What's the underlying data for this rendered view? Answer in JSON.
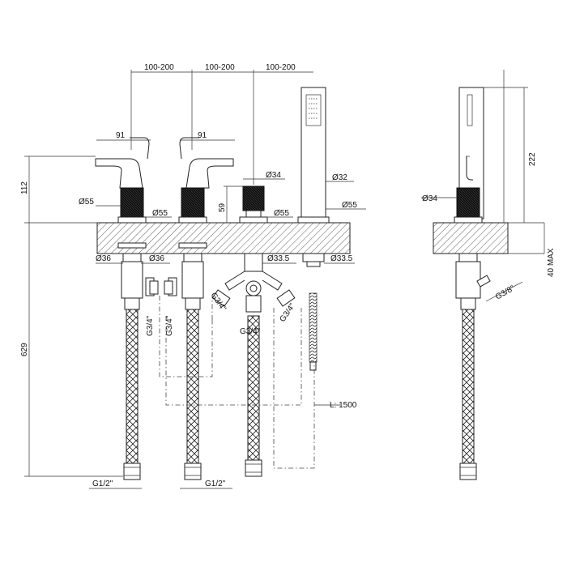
{
  "dimensions": {
    "spacing_1": "100-200",
    "spacing_2": "100-200",
    "spacing_3": "100-200",
    "handle_reach_left": "91",
    "handle_reach_right": "91",
    "height_112": "112",
    "height_629": "629",
    "height_59": "59",
    "height_222": "222",
    "max_40": "40 MAX",
    "dia_34_diverter": "Ø34",
    "dia_32_shower": "Ø32",
    "dia_55_left": "Ø55",
    "dia_55_mid": "Ø55",
    "dia_55_div": "Ø55",
    "dia_55_right": "Ø55",
    "dia_34_side": "Ø34",
    "dia_36_left": "Ø36",
    "dia_36_right": "Ø36",
    "dia_33_5_div": "Ø33.5",
    "dia_33_5_shower": "Ø33.5",
    "thread_left_1": "G3/4\"",
    "thread_left_2": "G3/4\"",
    "thread_div_left": "G3/4\"",
    "thread_div_mid": "G3/4\"",
    "thread_div_right": "G3/4\"",
    "thread_side": "G3/8\"",
    "inlet_left": "G1/2\"",
    "inlet_right": "G1/2\"",
    "hose_length": "L: 1500"
  },
  "colors": {
    "line": "#222222",
    "knurl": "#111111",
    "hatch": "#333333"
  }
}
